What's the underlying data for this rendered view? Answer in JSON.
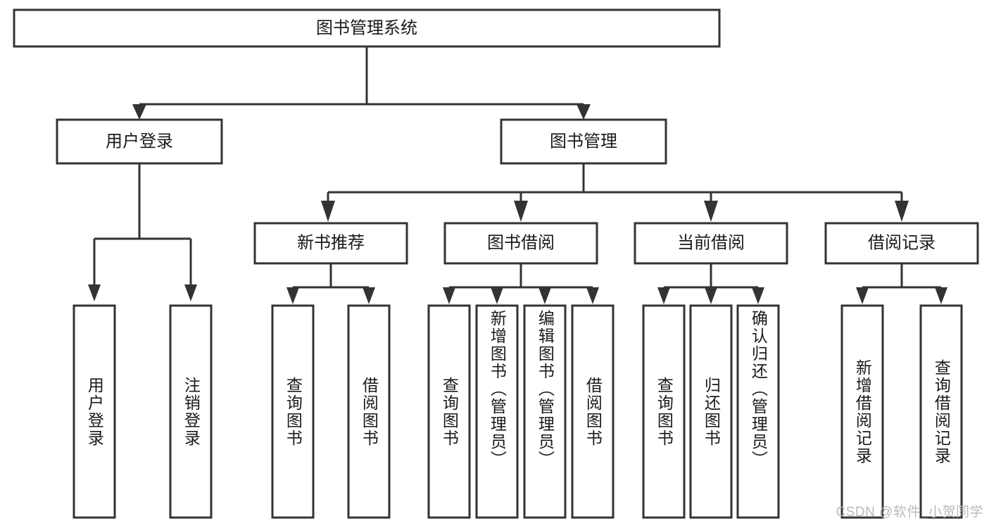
{
  "chart_data": {
    "type": "diagram",
    "diagram_kind": "hierarchy-tree",
    "title": "图书管理系统",
    "orientation": "top-down",
    "levels": 4
  },
  "root": {
    "label": "图书管理系统"
  },
  "level2": [
    {
      "label": "用户登录"
    },
    {
      "label": "图书管理"
    }
  ],
  "level3": [
    {
      "label": "新书推荐"
    },
    {
      "label": "图书借阅"
    },
    {
      "label": "当前借阅"
    },
    {
      "label": "借阅记录"
    }
  ],
  "leaves": [
    {
      "label": "用户登录",
      "parent": "用户登录"
    },
    {
      "label": "注销登录",
      "parent": "用户登录"
    },
    {
      "label": "查询图书",
      "parent": "新书推荐"
    },
    {
      "label": "借阅图书",
      "parent": "新书推荐"
    },
    {
      "label": "查询图书",
      "parent": "图书借阅"
    },
    {
      "label": "新增图书（管理员）",
      "parent": "图书借阅"
    },
    {
      "label": "编辑图书（管理员）",
      "parent": "图书借阅"
    },
    {
      "label": "借阅图书",
      "parent": "图书借阅"
    },
    {
      "label": "查询图书",
      "parent": "当前借阅"
    },
    {
      "label": "归还图书",
      "parent": "当前借阅"
    },
    {
      "label": "确认归还（管理员）",
      "parent": "当前借阅"
    },
    {
      "label": "新增借阅记录",
      "parent": "借阅记录"
    },
    {
      "label": "查询借阅记录",
      "parent": "借阅记录"
    }
  ],
  "watermark": {
    "text": "CSDN @软件_小贺同学"
  },
  "colors": {
    "stroke": "#333333",
    "fill": "#ffffff",
    "text": "#1a1a1a",
    "watermark": "#b9b9b9"
  }
}
